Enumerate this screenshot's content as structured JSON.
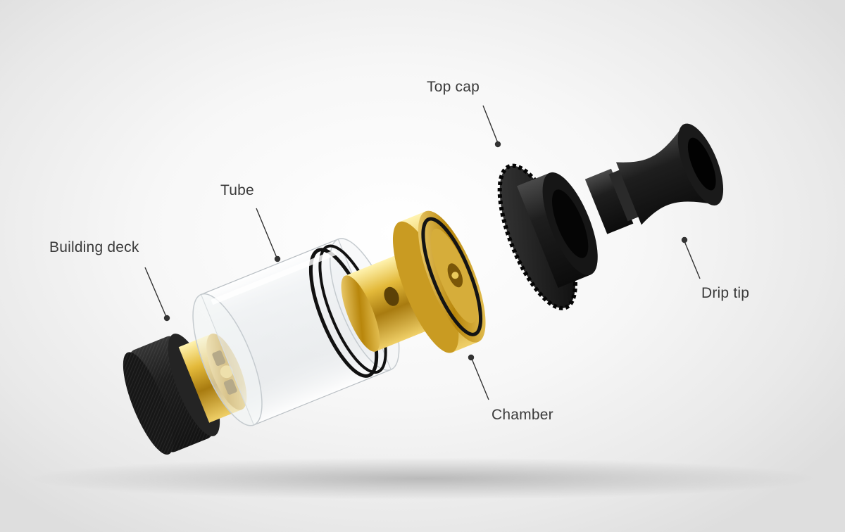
{
  "labels": {
    "top_cap": "Top cap",
    "tube": "Tube",
    "building_deck": "Building deck",
    "drip_tip": "Drip tip",
    "chamber": "Chamber"
  },
  "colors": {
    "gold": "#c9a227",
    "black_part": "#1b1b1b",
    "leader_line": "#333333",
    "label_text": "#3a3a3a"
  }
}
